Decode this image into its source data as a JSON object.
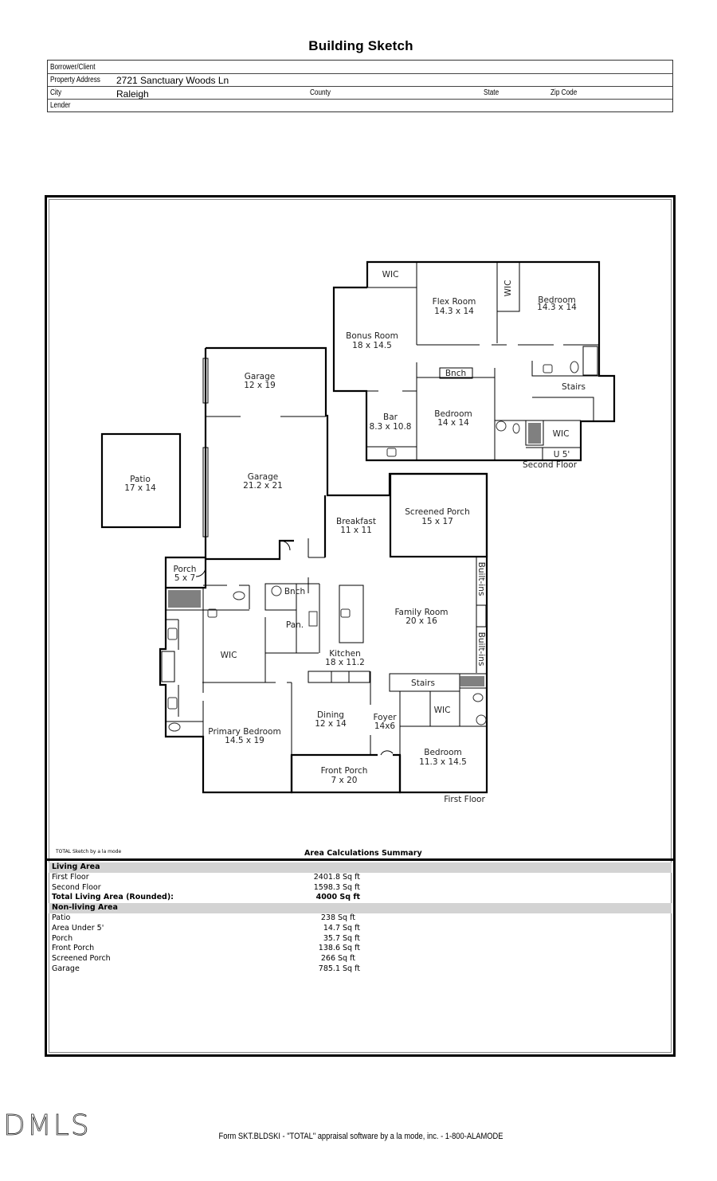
{
  "document": {
    "title": "Building Sketch"
  },
  "header": {
    "rows": [
      {
        "label": "Borrower/Client",
        "value": ""
      },
      {
        "label": "Property Address",
        "value": "2721 Sanctuary Woods Ln"
      },
      {
        "label": "City",
        "value": "Raleigh",
        "county_label": "County",
        "state_label": "State",
        "zip_label": "Zip Code"
      },
      {
        "label": "Lender",
        "value": ""
      }
    ]
  },
  "sketch": {
    "second_floor": {
      "label": "Second Floor",
      "rooms": [
        {
          "name": "WIC",
          "dims": ""
        },
        {
          "name": "Flex Room",
          "dims": "14.3 x 14"
        },
        {
          "name": "WIC",
          "dims": ""
        },
        {
          "name": "Bedroom",
          "dims": "14.3 x 14"
        },
        {
          "name": "Bonus Room",
          "dims": "18 x 14.5"
        },
        {
          "name": "Bnch",
          "dims": ""
        },
        {
          "name": "Stairs",
          "dims": ""
        },
        {
          "name": "Bar",
          "dims": "8.3 x 10.8"
        },
        {
          "name": "Bedroom",
          "dims": "14 x 14"
        },
        {
          "name": "WIC",
          "dims": ""
        },
        {
          "name": "U 5'",
          "dims": ""
        }
      ]
    },
    "first_floor": {
      "label": "First Floor",
      "rooms": [
        {
          "name": "Garage",
          "dims": "12 x 19"
        },
        {
          "name": "Patio",
          "dims": "17 x 14"
        },
        {
          "name": "Garage",
          "dims": "21.2 x 21"
        },
        {
          "name": "Breakfast",
          "dims": "11 x 11"
        },
        {
          "name": "Screened Porch",
          "dims": "15 x 17"
        },
        {
          "name": "Porch",
          "dims": "5 x 7"
        },
        {
          "name": "Bnch",
          "dims": ""
        },
        {
          "name": "Pan.",
          "dims": ""
        },
        {
          "name": "Family Room",
          "dims": "20 x 16"
        },
        {
          "name": "Built-ins",
          "dims": ""
        },
        {
          "name": "Built-ins",
          "dims": ""
        },
        {
          "name": "WIC",
          "dims": ""
        },
        {
          "name": "Kitchen",
          "dims": "18 x 11.2"
        },
        {
          "name": "Stairs",
          "dims": ""
        },
        {
          "name": "WIC",
          "dims": ""
        },
        {
          "name": "Dining",
          "dims": "12 x 14"
        },
        {
          "name": "Foyer",
          "dims": "14x6"
        },
        {
          "name": "Primary Bedroom",
          "dims": "14.5 x 19"
        },
        {
          "name": "Bedroom",
          "dims": "11.3 x 14.5"
        },
        {
          "name": "Front Porch",
          "dims": "7 x 20"
        }
      ]
    }
  },
  "summary": {
    "brand": "TOTAL Sketch by a la mode",
    "title": "Area Calculations Summary",
    "rows": [
      {
        "type": "section",
        "label": "Living Area",
        "value": ""
      },
      {
        "type": "item",
        "label": "First Floor",
        "value": "2401.8 Sq ft"
      },
      {
        "type": "item",
        "label": "Second Floor",
        "value": "1598.3 Sq ft"
      },
      {
        "type": "total",
        "label": "Total Living Area (Rounded):",
        "value": "4000 Sq ft"
      },
      {
        "type": "section",
        "label": "Non-living Area",
        "value": ""
      },
      {
        "type": "item",
        "label": "Patio",
        "value": "238 Sq ft"
      },
      {
        "type": "item",
        "label": "Area Under 5'",
        "value": "14.7 Sq ft"
      },
      {
        "type": "item",
        "label": "Porch",
        "value": "35.7 Sq ft"
      },
      {
        "type": "item",
        "label": "Front Porch",
        "value": "138.6 Sq ft"
      },
      {
        "type": "item",
        "label": "Screened Porch",
        "value": "266 Sq ft"
      },
      {
        "type": "item",
        "label": "Garage",
        "value": "785.1 Sq ft"
      }
    ]
  },
  "footer": {
    "logo": "DMLS",
    "text": "Form SKT.BLDSKI - \"TOTAL\" appraisal software by a la mode, inc. - 1-800-ALAMODE"
  },
  "colors": {
    "section_bg": "#d3d3d3",
    "line": "#000000"
  }
}
